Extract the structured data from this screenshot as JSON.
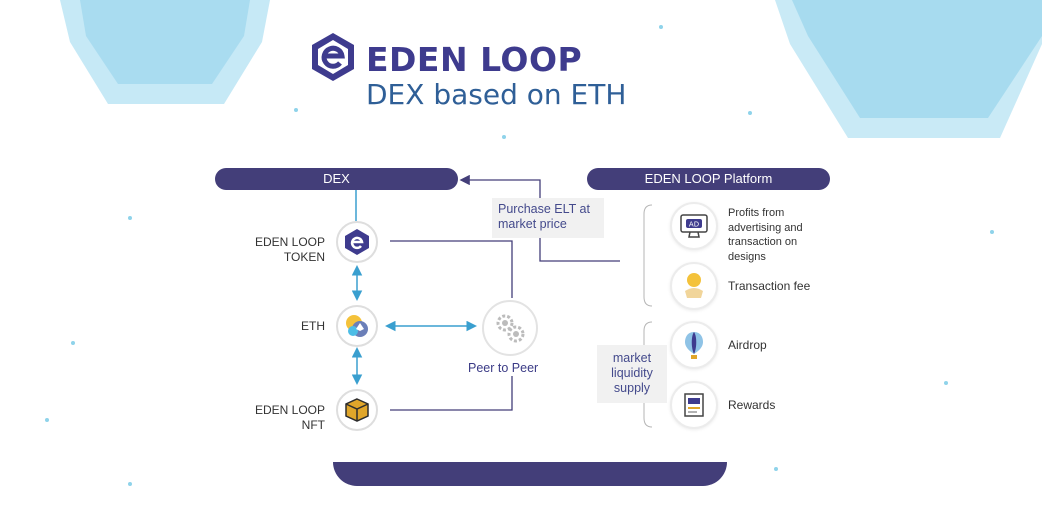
{
  "header": {
    "brand": "EDEN LOOP",
    "subtitle": "DEX based on ETH"
  },
  "left": {
    "title": "DEX",
    "nodes": [
      {
        "label": "EDEN LOOP TOKEN"
      },
      {
        "label": "ETH"
      },
      {
        "label": "EDEN LOOP NFT"
      }
    ],
    "peer": "Peer to Peer",
    "purchase": "Purchase ELT at market price"
  },
  "right": {
    "title": "EDEN LOOP Platform",
    "items": [
      {
        "label": "Profits from advertising and transaction on designs",
        "icon": "advertising-icon",
        "icon_text": "AD"
      },
      {
        "label": "Transaction fee",
        "icon": "coin-hand-icon"
      },
      {
        "label": "Airdrop",
        "icon": "air-balloon-icon"
      },
      {
        "label": "Rewards",
        "icon": "document-icon"
      }
    ],
    "market": "market liquidity supply"
  },
  "colors": {
    "navy": "#433e79",
    "brand": "#3e3b8e",
    "subtitle": "#2f5f97",
    "hex": "#a8dbee",
    "arrow": "#3a9fcf"
  }
}
